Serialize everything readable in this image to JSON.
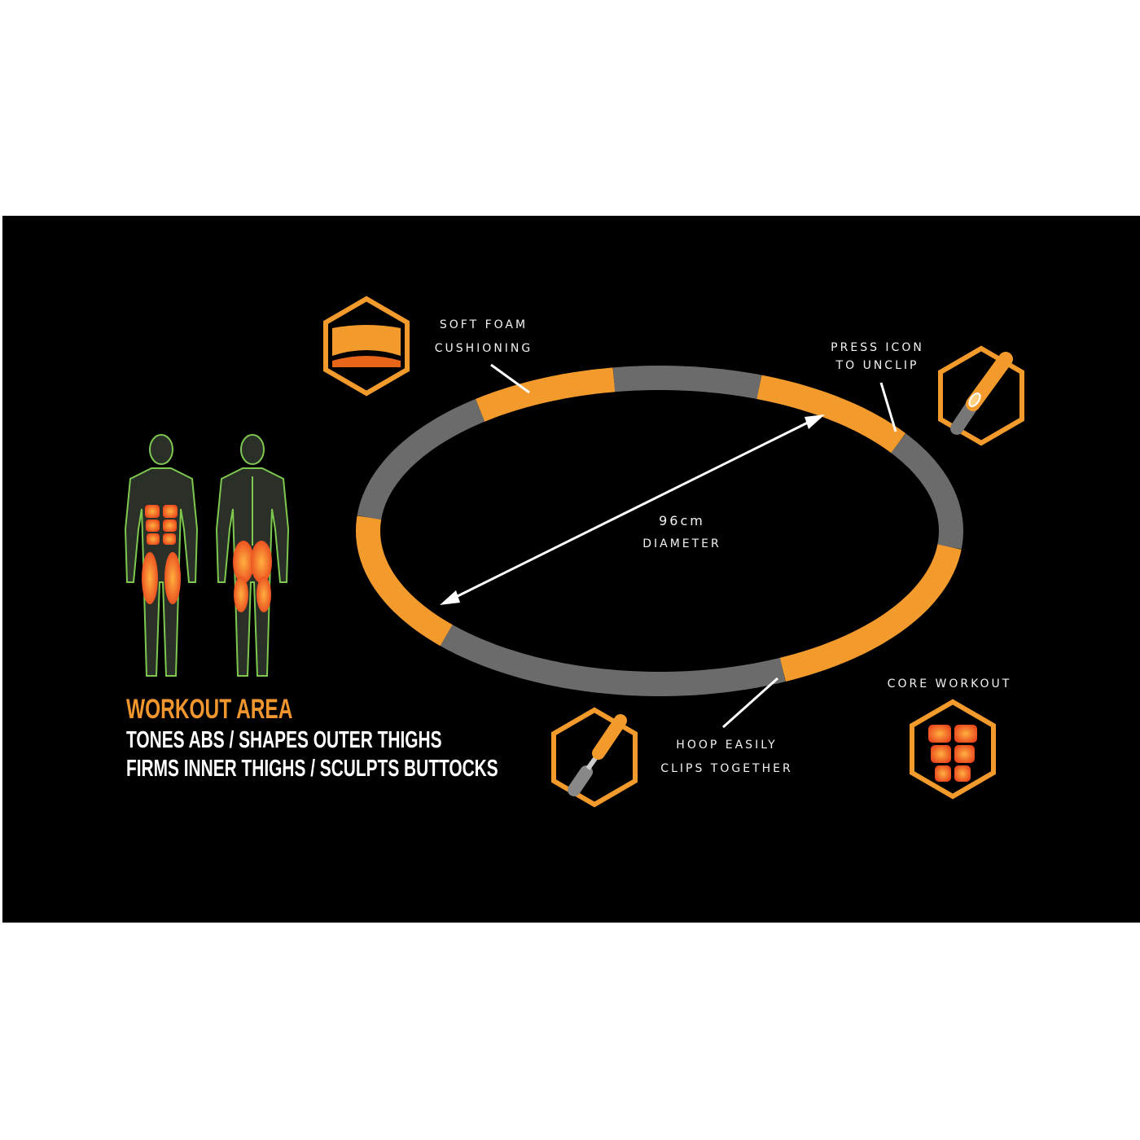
{
  "labels": {
    "soft_foam": [
      "Soft foam",
      "cushioning"
    ],
    "press_icon": [
      "Press icon",
      "to unclip"
    ],
    "diameter": [
      "96cm",
      "diameter"
    ],
    "clips": [
      "Hoop easily",
      "clips together"
    ],
    "core": "Core workout"
  },
  "workout_area": {
    "title": "WORKOUT AREA",
    "lines": [
      "TONES ABS  /  SHAPES OUTER THIGHS",
      "FIRMS INNER THIGHS  /  SCULPTS BUTTOCKS"
    ]
  },
  "colors": {
    "orange": "#f39a2c",
    "gray": "#6b6b6b",
    "background": "#000000",
    "muscle": "#ff5a1a",
    "outline": "#7ec850"
  }
}
